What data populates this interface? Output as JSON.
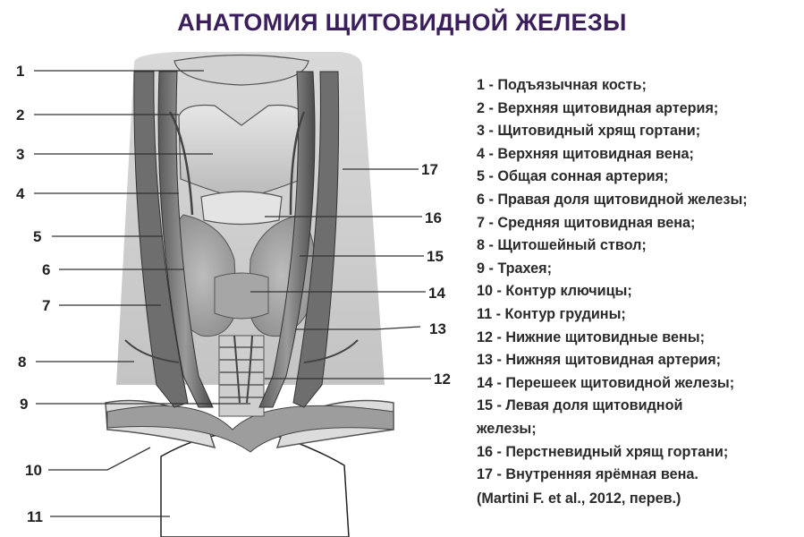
{
  "title": "АНАТОМИЯ ЩИТОВИДНОЙ ЖЕЛЕЗЫ",
  "figure_numbers": [
    "1",
    "2",
    "3",
    "4",
    "5",
    "6",
    "7",
    "8",
    "9",
    "10",
    "11",
    "12",
    "13",
    "14",
    "15",
    "16",
    "17"
  ],
  "legend": [
    "1 - Подъязычная кость;",
    "2 - Верхняя щитовидная артерия;",
    "3 - Щитовидный хрящ гортани;",
    "4 - Верхняя щитовидная вена;",
    "5 - Общая сонная артерия;",
    "6 - Правая доля щитовидной железы;",
    "7 - Средняя щитовидная вена;",
    "8 - Щитошейный ствол;",
    "9 - Трахея;",
    "10 - Контур ключицы;",
    "11 - Контур грудины;",
    "12 - Нижние щитовидные вены;",
    "13 - Нижняя щитовидная артерия;",
    "14 - Перешеек щитовидной железы;",
    "15 - Левая доля щитовидной железы;",
    "16 - Перстневидный хрящ гортани;",
    "17 - Внутренняя ярёмная вена."
  ],
  "source": "(Martini F. et al., 2012, перев.)"
}
